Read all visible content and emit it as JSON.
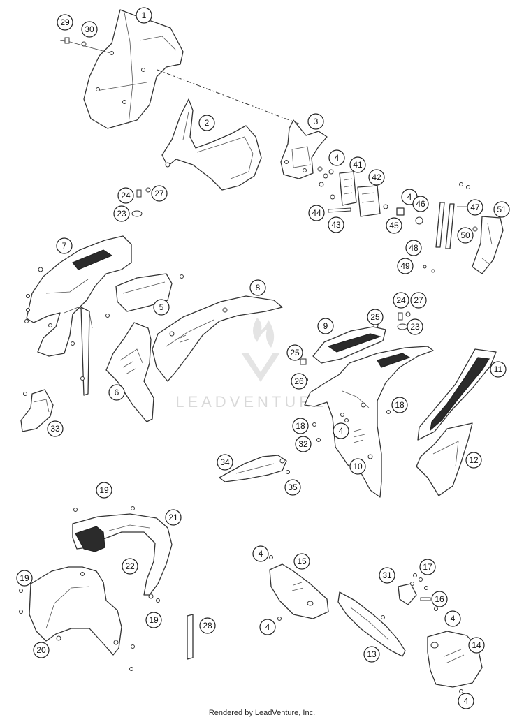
{
  "diagram": {
    "watermark": "LEADVENTURE",
    "footer": "Rendered by LeadVenture, Inc.",
    "callouts": [
      {
        "id": "c29",
        "label": "29"
      },
      {
        "id": "c30",
        "label": "30"
      },
      {
        "id": "c1",
        "label": "1"
      },
      {
        "id": "c2",
        "label": "2"
      },
      {
        "id": "c3",
        "label": "3"
      },
      {
        "id": "c4a",
        "label": "4"
      },
      {
        "id": "c41",
        "label": "41"
      },
      {
        "id": "c42",
        "label": "42"
      },
      {
        "id": "c4b",
        "label": "4"
      },
      {
        "id": "c24a",
        "label": "24"
      },
      {
        "id": "c27a",
        "label": "27"
      },
      {
        "id": "c23a",
        "label": "23"
      },
      {
        "id": "c44",
        "label": "44"
      },
      {
        "id": "c43",
        "label": "43"
      },
      {
        "id": "c45",
        "label": "45"
      },
      {
        "id": "c46",
        "label": "46"
      },
      {
        "id": "c47",
        "label": "47"
      },
      {
        "id": "c51",
        "label": "51"
      },
      {
        "id": "c50",
        "label": "50"
      },
      {
        "id": "c48",
        "label": "48"
      },
      {
        "id": "c49",
        "label": "49"
      },
      {
        "id": "c7",
        "label": "7"
      },
      {
        "id": "c8",
        "label": "8"
      },
      {
        "id": "c5",
        "label": "5"
      },
      {
        "id": "c6",
        "label": "6"
      },
      {
        "id": "c9",
        "label": "9"
      },
      {
        "id": "c25a",
        "label": "25"
      },
      {
        "id": "c24b",
        "label": "24"
      },
      {
        "id": "c27b",
        "label": "27"
      },
      {
        "id": "c23b",
        "label": "23"
      },
      {
        "id": "c25b",
        "label": "25"
      },
      {
        "id": "c26",
        "label": "26"
      },
      {
        "id": "c11",
        "label": "11"
      },
      {
        "id": "c18a",
        "label": "18"
      },
      {
        "id": "c18b",
        "label": "18"
      },
      {
        "id": "c4c",
        "label": "4"
      },
      {
        "id": "c32",
        "label": "32"
      },
      {
        "id": "c10",
        "label": "10"
      },
      {
        "id": "c12",
        "label": "12"
      },
      {
        "id": "c33",
        "label": "33"
      },
      {
        "id": "c34",
        "label": "34"
      },
      {
        "id": "c35",
        "label": "35"
      },
      {
        "id": "c19a",
        "label": "19"
      },
      {
        "id": "c21",
        "label": "21"
      },
      {
        "id": "c22",
        "label": "22"
      },
      {
        "id": "c19b",
        "label": "19"
      },
      {
        "id": "c19c",
        "label": "19"
      },
      {
        "id": "c20",
        "label": "20"
      },
      {
        "id": "c28",
        "label": "28"
      },
      {
        "id": "c4d",
        "label": "4"
      },
      {
        "id": "c15",
        "label": "15"
      },
      {
        "id": "c4e",
        "label": "4"
      },
      {
        "id": "c13",
        "label": "13"
      },
      {
        "id": "c17",
        "label": "17"
      },
      {
        "id": "c31",
        "label": "31"
      },
      {
        "id": "c16",
        "label": "16"
      },
      {
        "id": "c4f",
        "label": "4"
      },
      {
        "id": "c14",
        "label": "14"
      },
      {
        "id": "c4g",
        "label": "4"
      }
    ]
  }
}
